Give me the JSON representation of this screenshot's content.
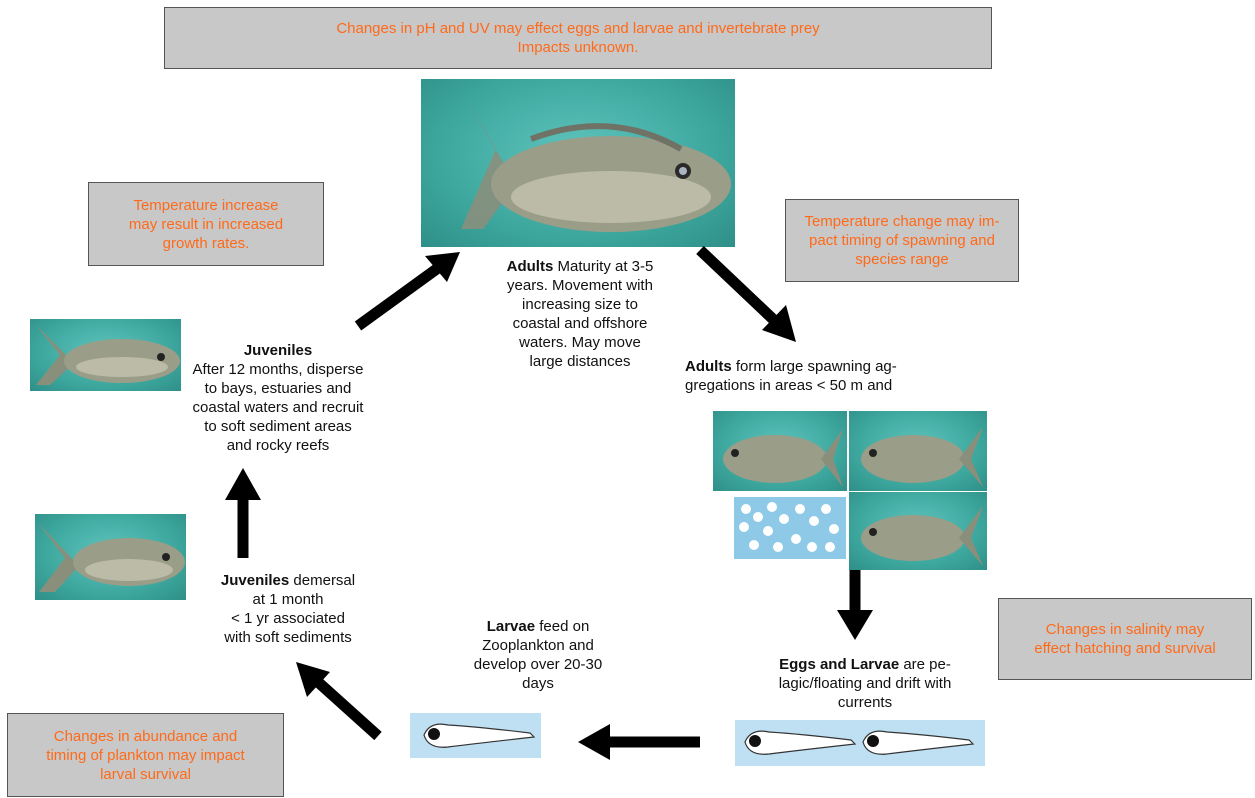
{
  "top_box": {
    "line1": "Changes in pH and UV may effect eggs and larvae and invertebrate prey",
    "line2": "Impacts unknown."
  },
  "temp_growth_box": {
    "line1": "Temperature increase",
    "line2": "may result in increased",
    "line3": "growth rates."
  },
  "temp_spawn_box": {
    "line1": "Temperature change may im-",
    "line2": "pact timing of spawning and",
    "line3": "species range"
  },
  "salinity_box": {
    "line1": "Changes in salinity may",
    "line2": "effect hatching and survival"
  },
  "plankton_box": {
    "line1": "Changes in abundance and",
    "line2": "timing of plankton may impact",
    "line3": "larval survival"
  },
  "adults_top": {
    "bold": "Adults",
    "rest": " Maturity at  3-5",
    "line2": "years. Movement with",
    "line3": "increasing size to",
    "line4": "coastal and offshore",
    "line5": "waters. May move",
    "line6": "large distances"
  },
  "adults_spawn": {
    "bold": "Adults",
    "rest": " form large spawning ag-",
    "line2": "gregations in  areas < 50 m and"
  },
  "eggs_larvae": {
    "bold": "Eggs and Larvae",
    "rest": " are pe-",
    "line2": "lagic/floating and drift with",
    "line3": "currents"
  },
  "larvae": {
    "bold": "Larvae",
    "rest": " feed on",
    "line2": "Zooplankton and",
    "line3": "develop over 20-30",
    "line4": "days"
  },
  "juveniles_demersal": {
    "bold": "Juveniles",
    "rest": " demersal",
    "line2": "at 1 month",
    "line3": "< 1 yr associated",
    "line4": "with soft sediments"
  },
  "juveniles_12": {
    "bold": "Juveniles",
    "line2": "After 12 months, disperse",
    "line3": "to bays, estuaries and",
    "line4": "coastal waters and recruit",
    "line5": "to soft sediment areas",
    "line6": "and rocky reefs"
  },
  "colors": {
    "warning_text": "#ff6a1a",
    "box_fill": "#c8c8c8",
    "water": "#3ea89f",
    "arrow": "#000000"
  }
}
